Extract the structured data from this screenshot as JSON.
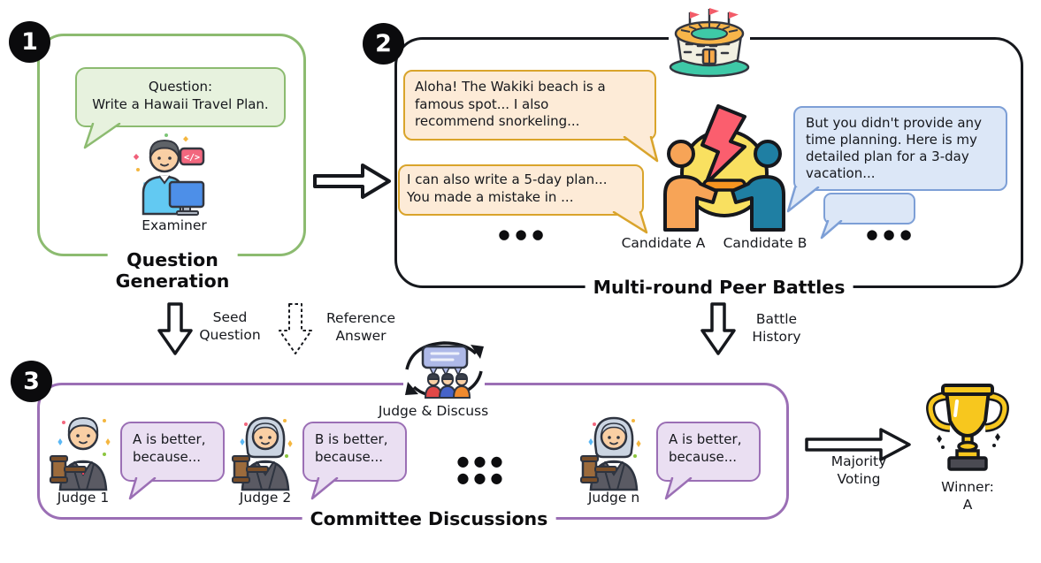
{
  "figure": {
    "stage1": {
      "badge": "1",
      "title": "Question\nGeneration",
      "question_bubble": "Question:\nWrite a Hawaii Travel Plan.",
      "examiner_label": "Examiner"
    },
    "stage2": {
      "badge": "2",
      "title": "Multi-round Peer Battles",
      "candidate_a_bubble_1": "Aloha! The Wakiki beach is a\nfamous spot... I also\nrecommend snorkeling...",
      "candidate_a_bubble_2": "I can also write a 5-day plan...\nYou made a mistake in ...",
      "candidate_b_bubble": "But you didn't provide any\ntime planning. Here is my\ndetailed plan for a 3-day\nvacation...",
      "candidate_a_label": "Candidate A",
      "candidate_b_label": "Candidate B",
      "ellipsis_left": "●●●",
      "ellipsis_right": "●●●"
    },
    "flow": {
      "seed_question": "Seed\nQuestion",
      "reference_answer": "Reference\nAnswer",
      "battle_history": "Battle\nHistory",
      "judge_discuss": "Judge & Discuss",
      "majority_voting": "Majority\nVoting"
    },
    "stage3": {
      "badge": "3",
      "title": "Committee Discussions",
      "judges": [
        {
          "label": "Judge 1",
          "bubble": "A is better,\nbecause..."
        },
        {
          "label": "Judge 2",
          "bubble": "B is better,\nbecause..."
        },
        {
          "label": "Judge n",
          "bubble": "A is better,\nbecause..."
        }
      ],
      "ellipsis": "●●● ●●●"
    },
    "winner_label": "Winner:\nA",
    "icons": {
      "examiner": "person-at-computer-icon",
      "stadium": "arena-icon",
      "battle": "arm-wrestling-icon",
      "judge_discuss": "group-chat-cycle-icon",
      "judge": "judge-with-gavel-icon",
      "trophy": "trophy-icon"
    },
    "colors": {
      "stage1_border": "#8CBB70",
      "stage1_bubble_fill": "#E7F2DE",
      "stage2_border": "#16181D",
      "orange_bubble_border": "#D9A42B",
      "orange_bubble_fill": "#FDEBD7",
      "blue_bubble_border": "#7D9FD6",
      "blue_bubble_fill": "#DCE7F7",
      "stage3_border": "#9B6FB5",
      "purple_bubble_fill": "#EADFF2",
      "trophy_gold": "#F7C71E"
    }
  }
}
